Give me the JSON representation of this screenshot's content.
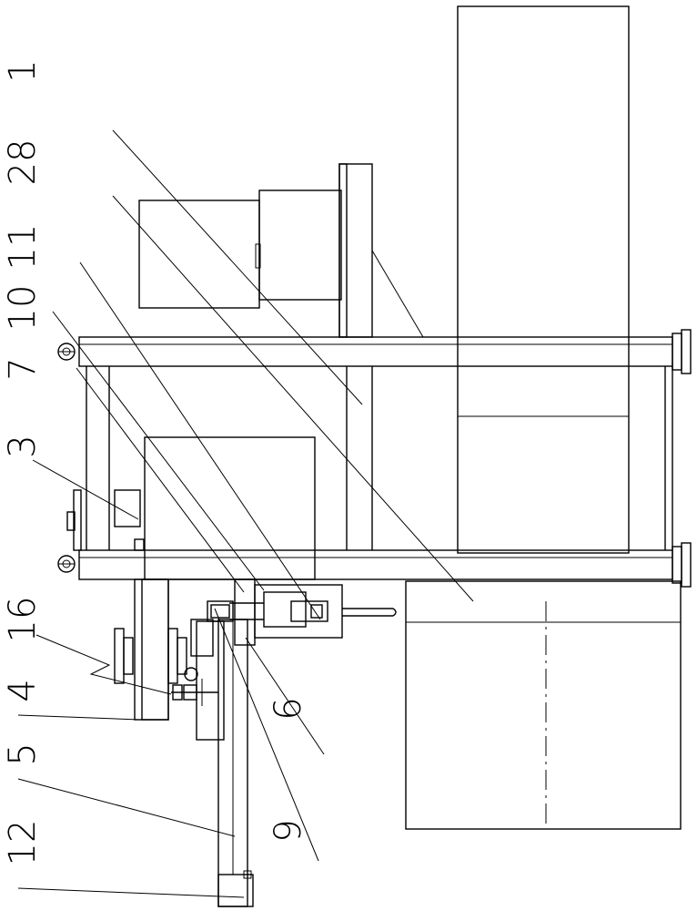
{
  "callouts": [
    {
      "id": "label-1",
      "text": "1"
    },
    {
      "id": "label-28",
      "text": "28"
    },
    {
      "id": "label-11",
      "text": "11"
    },
    {
      "id": "label-10",
      "text": "10"
    },
    {
      "id": "label-7",
      "text": "7"
    },
    {
      "id": "label-3",
      "text": "3"
    },
    {
      "id": "label-16",
      "text": "16"
    },
    {
      "id": "label-4",
      "text": "4"
    },
    {
      "id": "label-5",
      "text": "5"
    },
    {
      "id": "label-12",
      "text": "12"
    },
    {
      "id": "label-6",
      "text": "6"
    },
    {
      "id": "label-9",
      "text": "9"
    }
  ]
}
